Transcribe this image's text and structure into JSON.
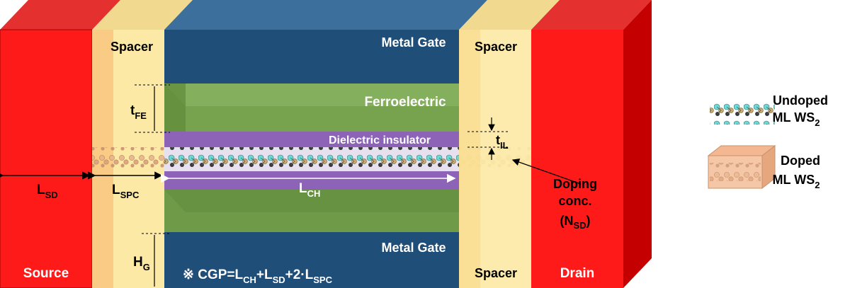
{
  "regions": {
    "source": "Source",
    "drain": "Drain",
    "spacer_top_left": "Spacer",
    "spacer_top_right": "Spacer",
    "spacer_bottom_right": "Spacer",
    "metal_gate_top": "Metal Gate",
    "metal_gate_bottom": "Metal Gate",
    "ferroelectric": "Ferroelectric",
    "dielectric": "Dielectric insulator"
  },
  "dimensions": {
    "t_fe": {
      "main": "t",
      "sub": "FE"
    },
    "t_il": {
      "main": "t",
      "sub": "IL"
    },
    "l_sd": {
      "main": "L",
      "sub": "SD"
    },
    "l_spc": {
      "main": "L",
      "sub": "SPC"
    },
    "l_ch": {
      "main": "L",
      "sub": "CH"
    },
    "h_g": {
      "main": "H",
      "sub": "G"
    }
  },
  "doping": {
    "line1": "Doping",
    "line2": "conc.",
    "line3_open": "(N",
    "line3_sub": "SD",
    "line3_close": ")"
  },
  "formula": {
    "prefix": "※ CGP=L",
    "sub_ch": "CH",
    "plus1": "+L",
    "sub_sd": "SD",
    "plus2": "+2·L",
    "sub_spc": "SPC"
  },
  "legend": {
    "undoped_line1": "Undoped",
    "undoped_line2": "ML WS",
    "undoped_sub": "2",
    "doped_line1": "Doped",
    "doped_line2": "ML WS",
    "doped_sub": "2"
  },
  "colors": {
    "source_drain": "#ff1a1a",
    "source_drain_side": "#c40000",
    "spacer": "#fde9a6",
    "metal_gate": "#1f4e79",
    "ferroelectric": "#6f9a48",
    "dielectric": "#8d63b8",
    "channel_atoms_1": "#6ed9d4",
    "channel_atoms_2": "#b9a06a",
    "doped_fill": "#f6c7a6"
  }
}
